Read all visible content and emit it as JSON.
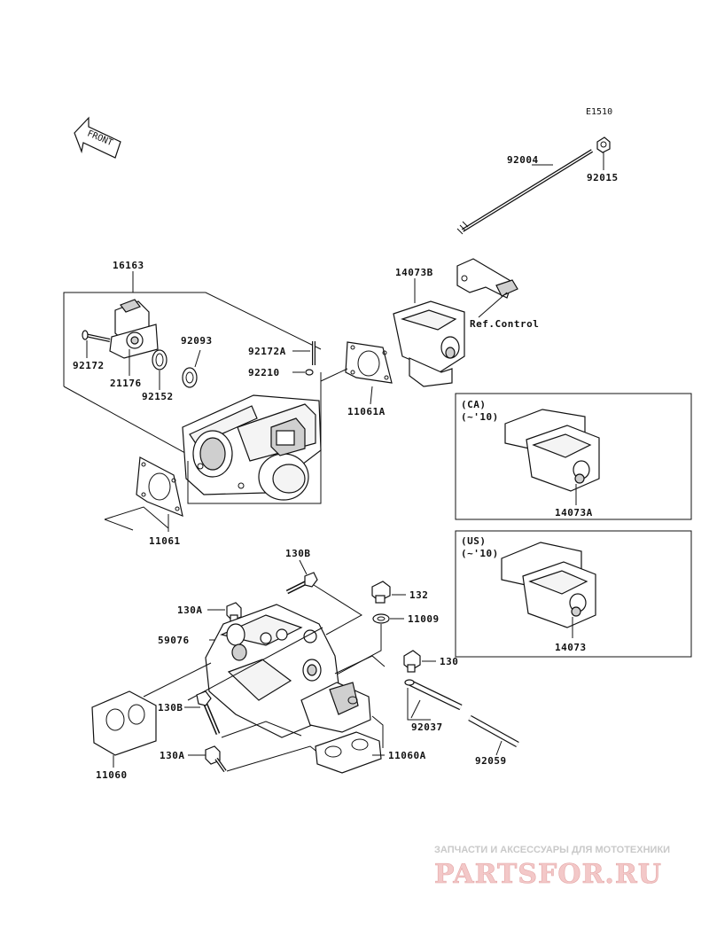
{
  "diagram_code": "E1510",
  "front_arrow_label": "FRONT",
  "ref_control_label": "Ref.Control",
  "variant_ca": {
    "region": "(CA)",
    "note": "(~'10)",
    "part": "14073A"
  },
  "variant_us": {
    "region": "(US)",
    "note": "(~'10)",
    "part": "14073"
  },
  "parts": {
    "p92004": "92004",
    "p92015": "92015",
    "p16163": "16163",
    "p14073B": "14073B",
    "p92172": "92172",
    "p21176": "21176",
    "p92152": "92152",
    "p92093": "92093",
    "p92172A": "92172A",
    "p92210": "92210",
    "p11061A": "11061A",
    "p11061": "11061",
    "p130B_top": "130B",
    "p132": "132",
    "p130A_top": "130A",
    "p11009": "11009",
    "p59076": "59076",
    "p130_right": "130",
    "p130B_left": "130B",
    "p92037": "92037",
    "p130A_left": "130A",
    "p11060A": "11060A",
    "p11060": "11060",
    "p92059": "92059"
  },
  "watermark": {
    "tagline": "ЗАПЧАСТИ И АКСЕССУАРЫ ДЛЯ МОТОТЕХНИКИ",
    "logo": "PARTSFOR.RU"
  }
}
